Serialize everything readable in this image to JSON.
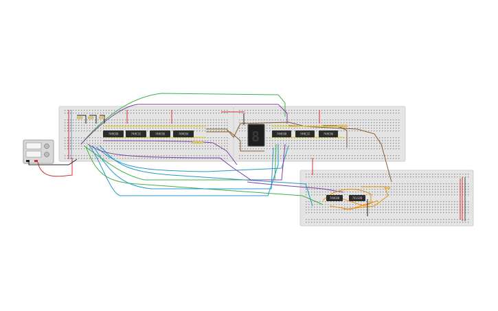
{
  "colors": {
    "board": "#e4e4e4",
    "board_edge": "#cfcfcf",
    "hole": "#8a8a8a",
    "rail_red": "#d32f2f",
    "rail_blue": "#3f51b5",
    "chip": "#2b2b2b",
    "chip_text": "#cfcfcf",
    "resistor": "#e8c96a",
    "wire_green": "#3cb043",
    "wire_purple": "#7b3fa0",
    "wire_blue": "#2196c8",
    "wire_brown": "#8b5a2b",
    "wire_orange": "#f08c00",
    "wire_yellow": "#e8d200",
    "wire_black": "#222222",
    "wire_red": "#d32f2f",
    "psu_body": "#d9d9d9"
  },
  "chips": [
    {
      "id": "ic1",
      "label": "74HC08"
    },
    {
      "id": "ic2",
      "label": "74HC32"
    },
    {
      "id": "ic3",
      "label": "74HC86"
    },
    {
      "id": "ic4",
      "label": "74HC04"
    },
    {
      "id": "ic5",
      "label": "74HC08"
    },
    {
      "id": "ic6",
      "label": "74HC32"
    },
    {
      "id": "ic7",
      "label": "74HC86"
    },
    {
      "id": "ic8",
      "label": "74HC08"
    },
    {
      "id": "ic9",
      "label": "74LS48"
    }
  ],
  "seven_segment": {
    "digit": "8"
  },
  "power_supply": {
    "label": "power-supply"
  }
}
